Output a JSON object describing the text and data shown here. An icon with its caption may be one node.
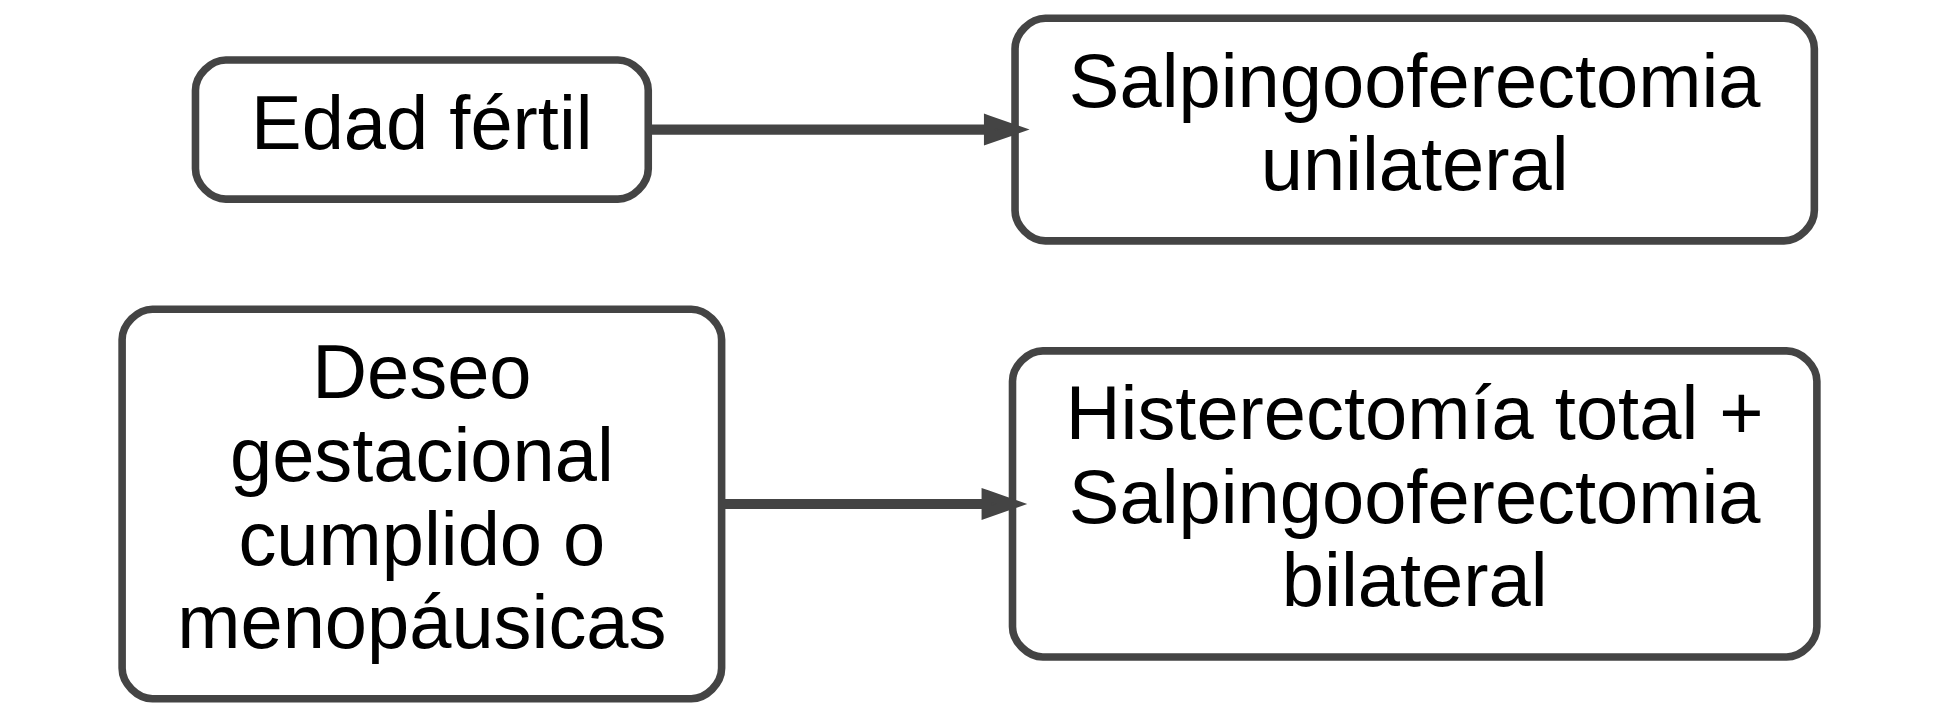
{
  "diagram": {
    "nodes": [
      {
        "text": [
          "Deseo gestacional cumplido o menopáusicas"
        ]
      },
      {
        "text": [
          "Histerectomía total + Salpingooferectomia bilateral"
        ]
      },
      {
        "text": [
          "Edad fértil"
        ]
      },
      {
        "text": [
          "Salpingooferectomia unilateral"
        ]
      }
    ],
    "edges": [
      {
        "from": 0,
        "to": 1,
        "arrow": "to"
      },
      {
        "from": 2,
        "to": 3,
        "arrow": "to"
      }
    ]
  }
}
